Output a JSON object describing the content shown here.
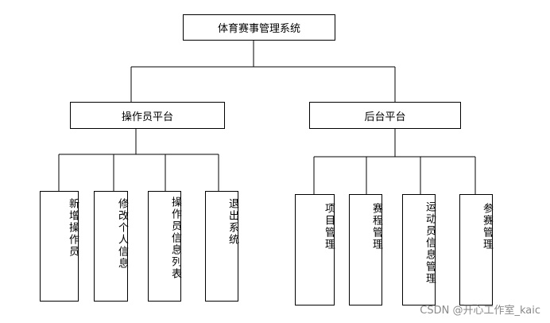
{
  "root": {
    "label": "体育赛事管理系统"
  },
  "branches": [
    {
      "label": "操作员平台",
      "children": [
        {
          "label": "新增操作员"
        },
        {
          "label": "修改个人信息"
        },
        {
          "label": "操作员信息列表"
        },
        {
          "label": "退出系统"
        }
      ]
    },
    {
      "label": "后台平台",
      "children": [
        {
          "label": "项目管理"
        },
        {
          "label": "赛程管理"
        },
        {
          "label": "运动员信息管理"
        },
        {
          "label": "参赛管理"
        }
      ]
    }
  ],
  "watermark": "CSDN @开心工作室_kaic"
}
